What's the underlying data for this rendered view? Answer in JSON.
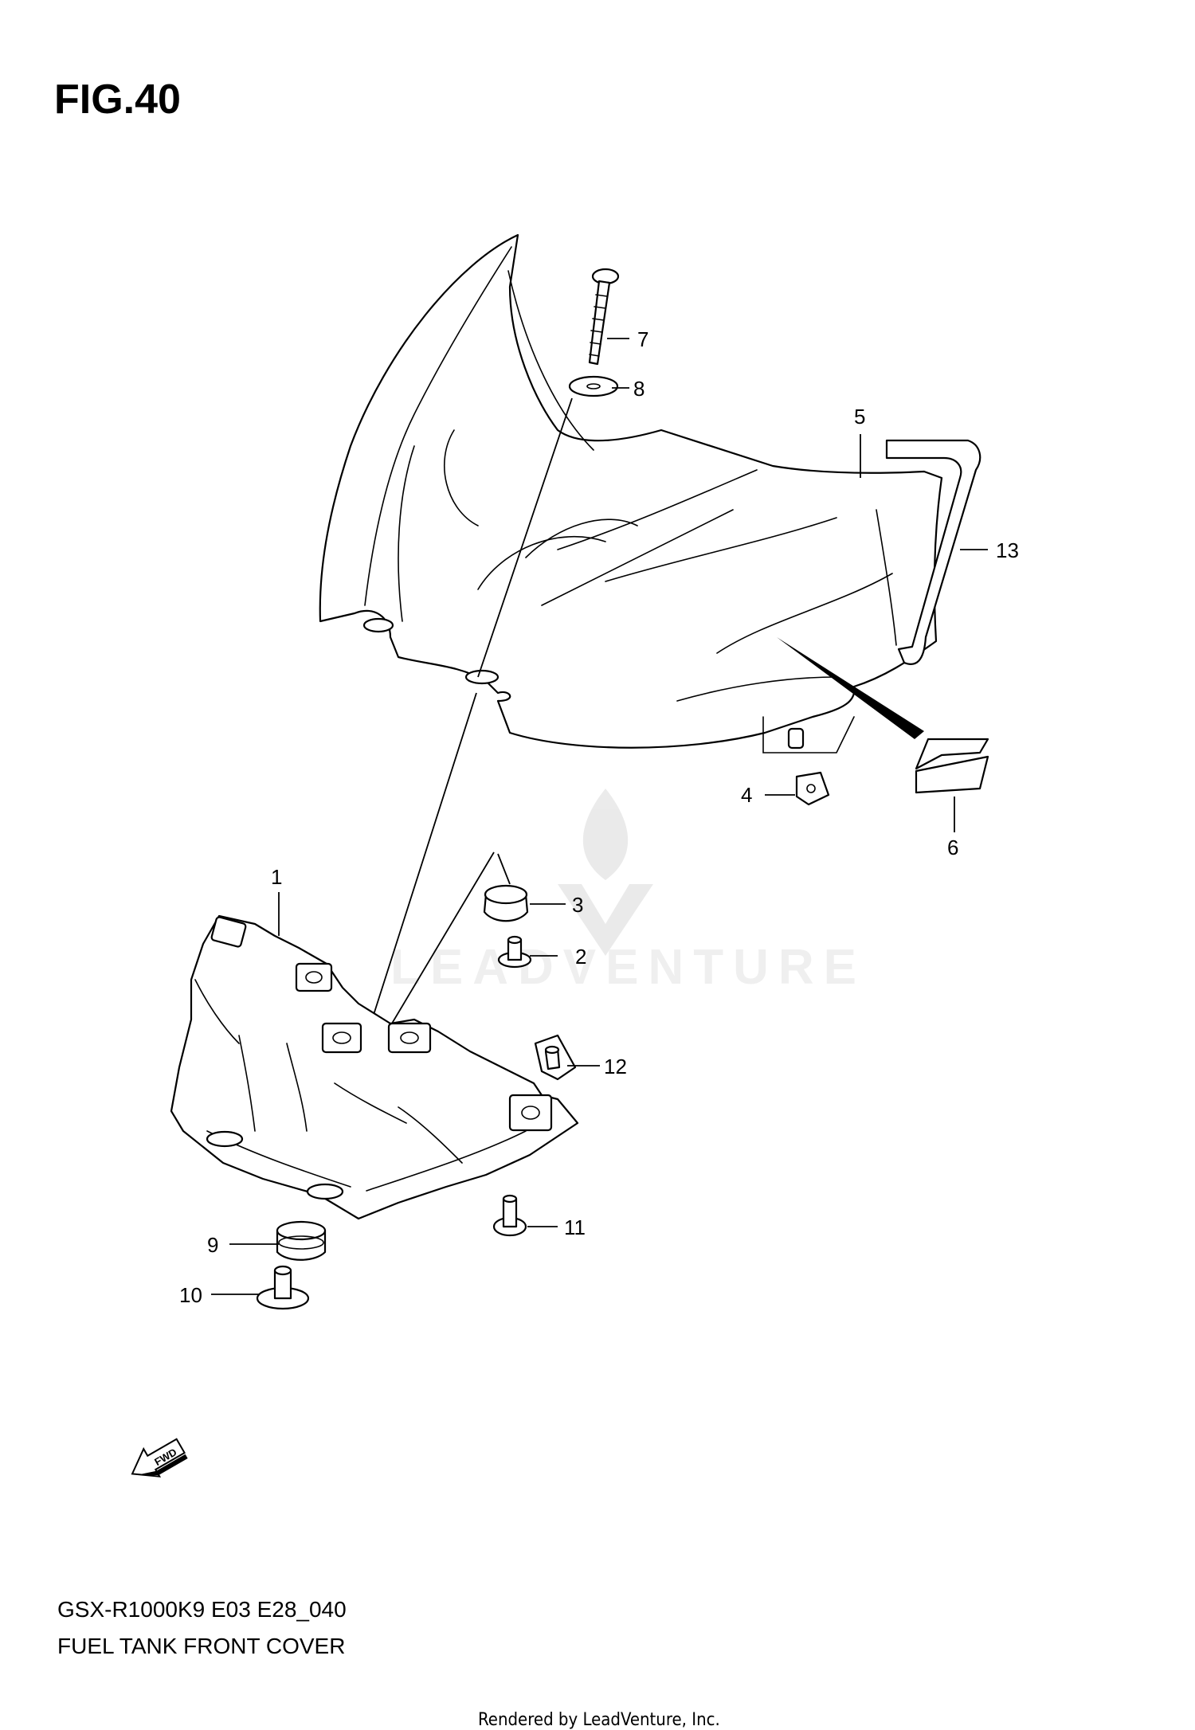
{
  "figure": {
    "title": "FIG.40"
  },
  "callouts": {
    "c1": "1",
    "c2": "2",
    "c3": "3",
    "c4": "4",
    "c5": "5",
    "c6": "6",
    "c7": "7",
    "c8": "8",
    "c9": "9",
    "c10": "10",
    "c11": "11",
    "c12": "12",
    "c13": "13"
  },
  "caption": {
    "model_code": "GSX-R1000K9 E03 E28_040",
    "name": "FUEL TANK FRONT COVER"
  },
  "fwd_arrow": {
    "label": "FWD"
  },
  "watermark": {
    "text": "LEADVENTURE"
  },
  "footer": {
    "rendered_by": "Rendered by LeadVenture, Inc."
  },
  "icons": {
    "fwd": "fwd-arrow-icon",
    "logo": "leadventure-logo-icon"
  }
}
